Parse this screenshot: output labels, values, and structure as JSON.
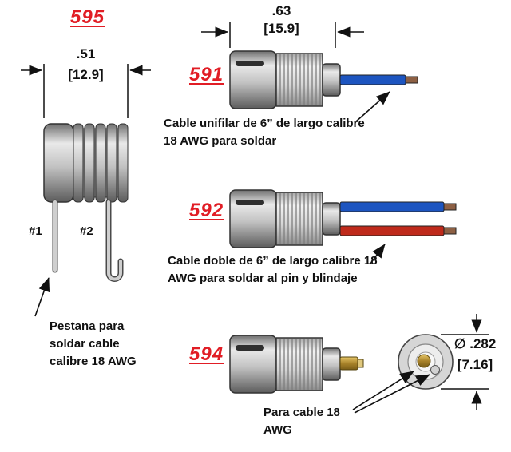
{
  "parts": {
    "p595": {
      "label": "595",
      "dim_in": ".51",
      "dim_mm": "[12.9]",
      "pin1": "#1",
      "pin2": "#2",
      "note": "Pestana para soldar cable calibre 18 AWG"
    },
    "p591": {
      "label": "591",
      "dim_in": ".63",
      "dim_mm": "[15.9]",
      "note": "Cable unifilar de 6” de largo calibre 18 AWG para soldar"
    },
    "p592": {
      "label": "592",
      "note": "Cable doble  de 6” de largo calibre 18 AWG para soldar al pin y blindaje"
    },
    "p594": {
      "label": "594",
      "dim_dia": "∅ .282",
      "dim_mm": "[7.16]",
      "note": "Para cable 18 AWG"
    }
  },
  "colors": {
    "part_number_red": "#e11d25",
    "wire_blue": "#1d55c0",
    "wire_red": "#bf2a1b",
    "wire_tip_brown": "#8d6044",
    "brass": "#bfa04a"
  }
}
